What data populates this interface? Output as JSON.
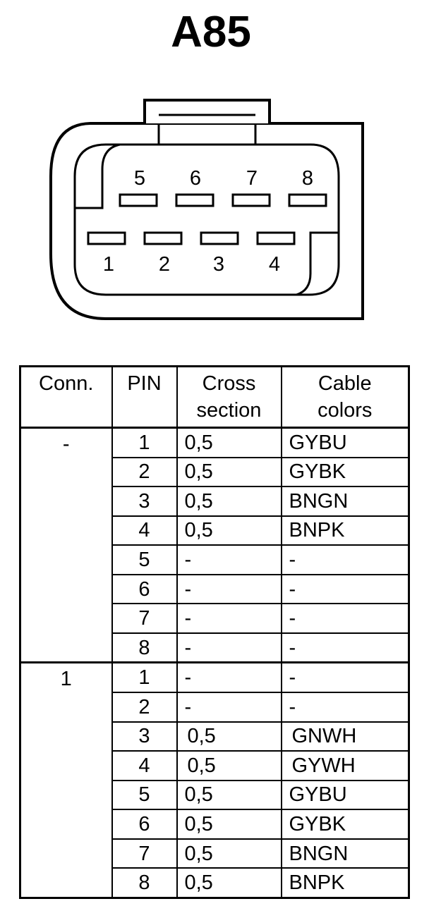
{
  "connector": {
    "title": "A85",
    "top_row_pins": [
      "5",
      "6",
      "7",
      "8"
    ],
    "bottom_row_pins": [
      "1",
      "2",
      "3",
      "4"
    ]
  },
  "table": {
    "headers": {
      "conn": "Conn.",
      "pin": "PIN",
      "cross_line1": "Cross",
      "cross_line2": "section",
      "colors_line1": "Cable",
      "colors_line2": "colors"
    },
    "groups": [
      {
        "conn": "-",
        "rows": [
          {
            "pin": "1",
            "cross": "0,5",
            "color": "GYBU"
          },
          {
            "pin": "2",
            "cross": "0,5",
            "color": "GYBK"
          },
          {
            "pin": "3",
            "cross": "0,5",
            "color": "BNGN"
          },
          {
            "pin": "4",
            "cross": "0,5",
            "color": "BNPK"
          },
          {
            "pin": "5",
            "cross": "-",
            "color": "-"
          },
          {
            "pin": "6",
            "cross": "-",
            "color": "-"
          },
          {
            "pin": "7",
            "cross": "-",
            "color": "-"
          },
          {
            "pin": "8",
            "cross": "-",
            "color": "-"
          }
        ]
      },
      {
        "conn": "1",
        "rows": [
          {
            "pin": "1",
            "cross": "-",
            "color": "-"
          },
          {
            "pin": "2",
            "cross": "-",
            "color": "-"
          },
          {
            "pin": "3",
            "cross": "0,5",
            "color": "GNWH"
          },
          {
            "pin": "4",
            "cross": "0,5",
            "color": "GYWH"
          },
          {
            "pin": "5",
            "cross": "0,5",
            "color": "GYBU"
          },
          {
            "pin": "6",
            "cross": "0,5",
            "color": "GYBK"
          },
          {
            "pin": "7",
            "cross": "0,5",
            "color": "BNGN"
          },
          {
            "pin": "8",
            "cross": "0,5",
            "color": "BNPK"
          }
        ]
      }
    ]
  }
}
